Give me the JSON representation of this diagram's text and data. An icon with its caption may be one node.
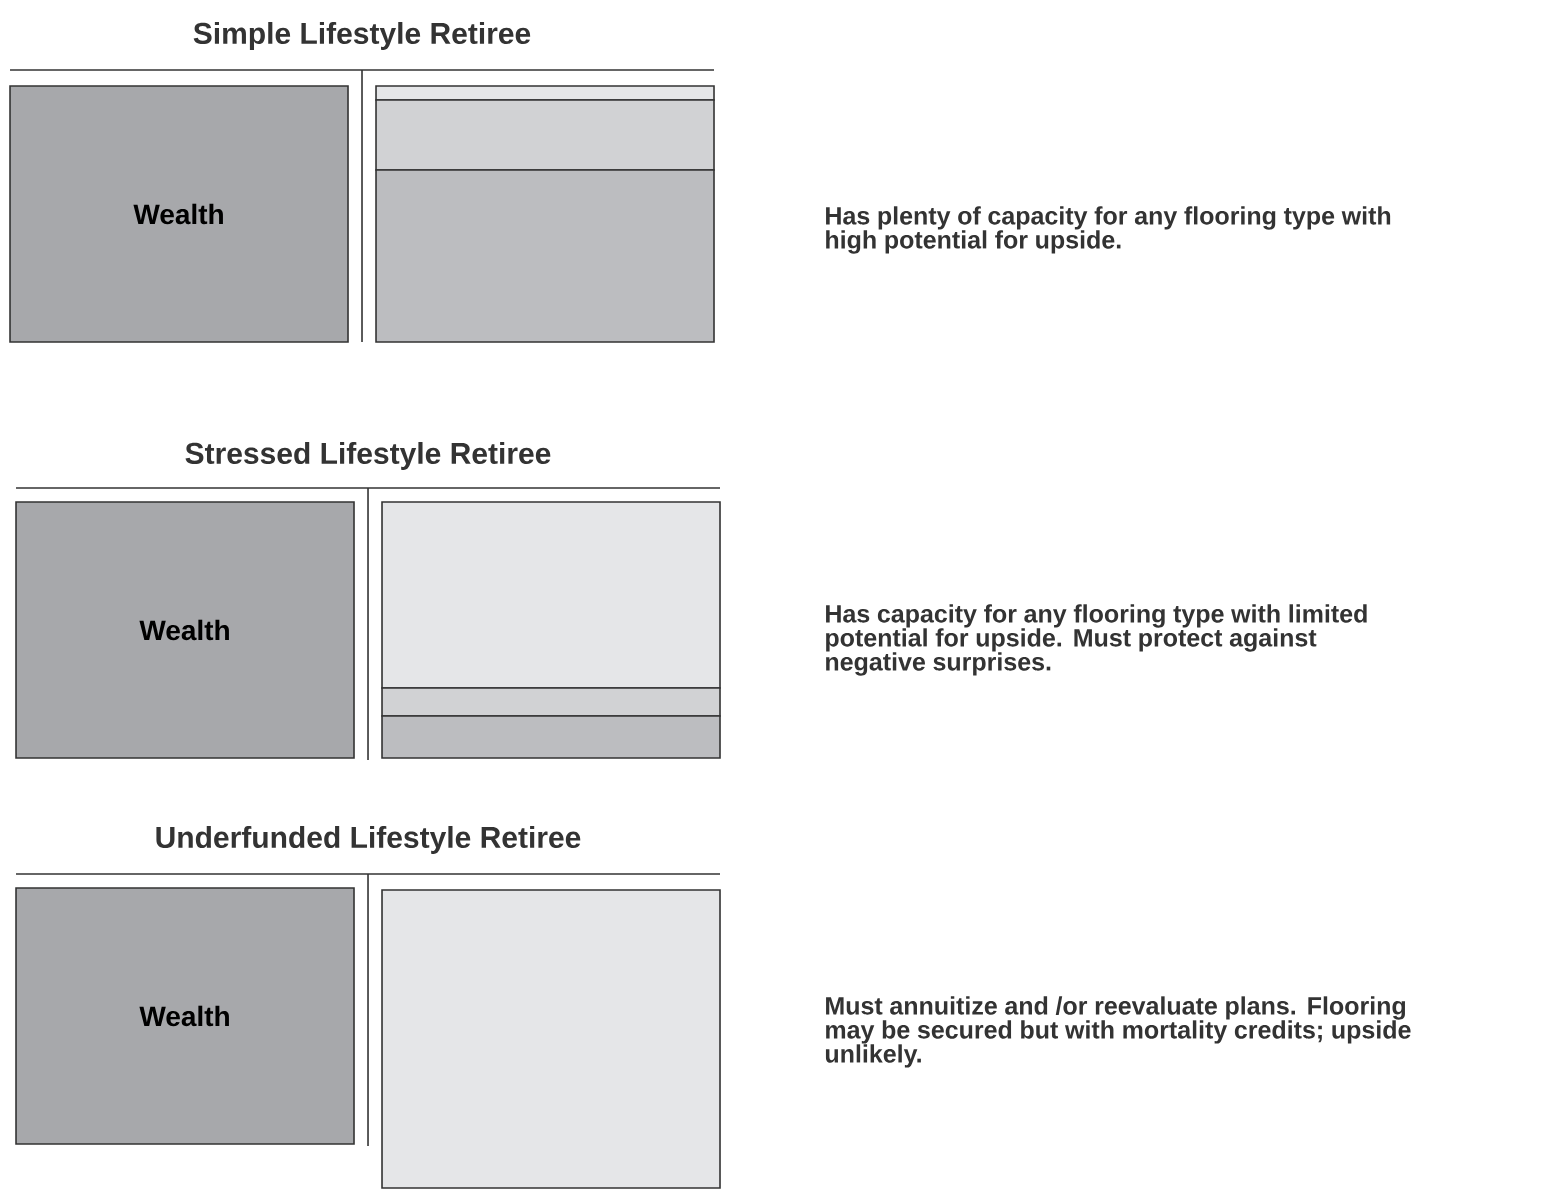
{
  "diagram": {
    "nodes": [
      {
        "text": [
          "Wealth"
        ]
      },
      {
        "text": [],
        "shape": "box"
      },
      {
        "text": [],
        "shape": "box"
      },
      {
        "text": [],
        "shape": "box"
      },
      {
        "text": [
          "Wealth"
        ]
      },
      {
        "text": [],
        "shape": "box"
      },
      {
        "text": [],
        "shape": "box"
      },
      {
        "text": [],
        "shape": "box"
      },
      {
        "text": [
          "Wealth"
        ]
      },
      {
        "text": [],
        "shape": "box"
      }
    ],
    "edges": [],
    "labels": [
      "Simple Lifestyle Retiree",
      "Has plenty of capacity for any flooring type with high potential for upside.",
      "Stressed Lifestyle Retiree",
      "Has capacity for any flooring type with limited potential for upside. Must protect against negative surprises.",
      "Underfunded Lifestyle Retiree",
      "Must annuitize and /or reevaluate plans. Flooring may be secured but with mortality credits; upside unlikely."
    ]
  }
}
